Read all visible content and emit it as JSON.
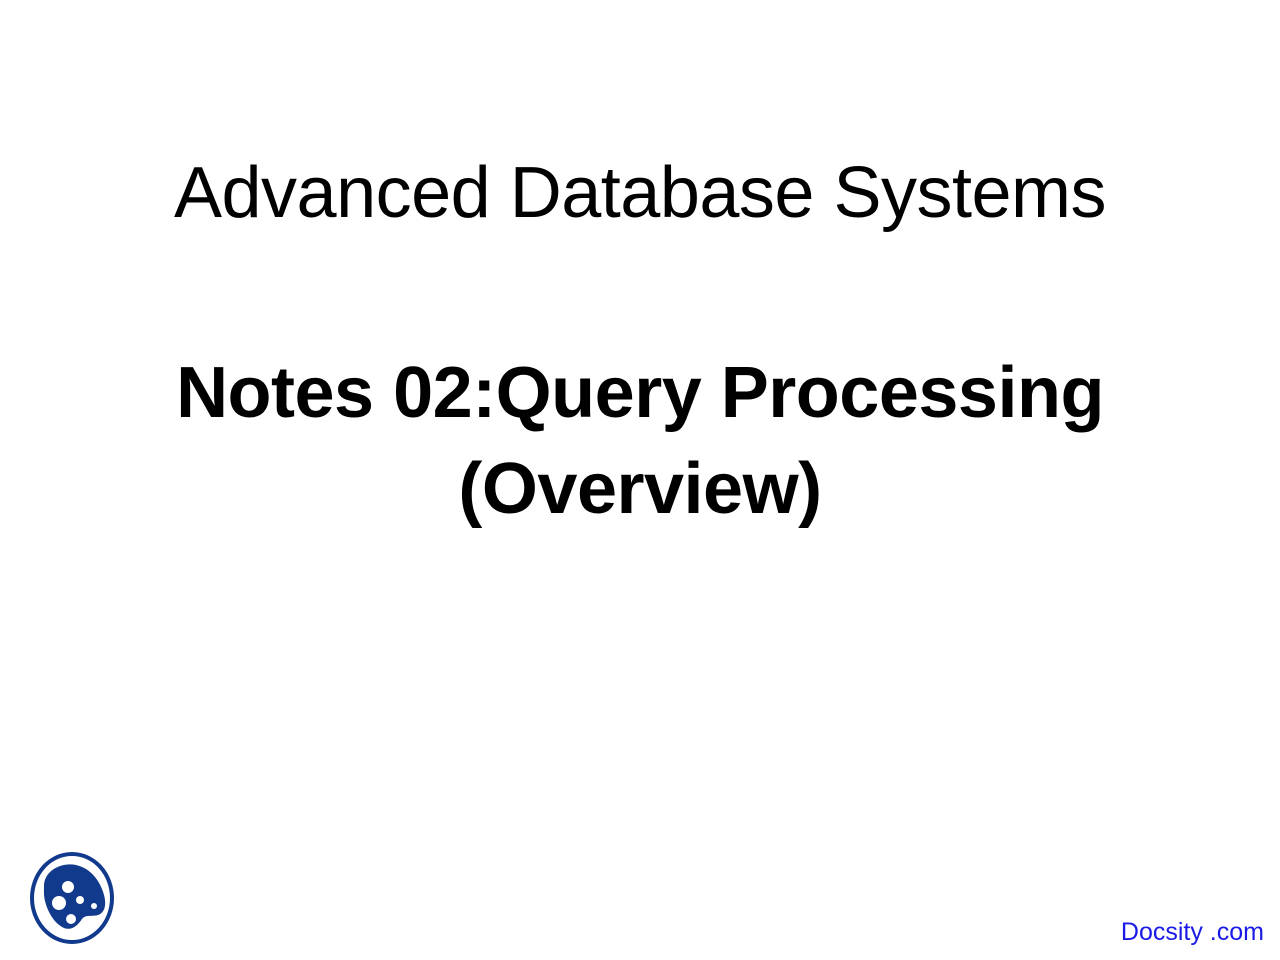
{
  "slide": {
    "background_color": "#ffffff",
    "title": "Advanced Database Systems",
    "subtitle_line1": "Notes 02:Query Processing",
    "subtitle_line2": "(Overview)",
    "title_color": "#000000",
    "subtitle_color": "#000000"
  },
  "logo": {
    "name": "docsity-logo",
    "color": "#123a8c",
    "description": "blue circle outline with filled blob and white dots"
  },
  "watermark": {
    "text": "Docsity .com",
    "color": "#1a1ae6"
  }
}
